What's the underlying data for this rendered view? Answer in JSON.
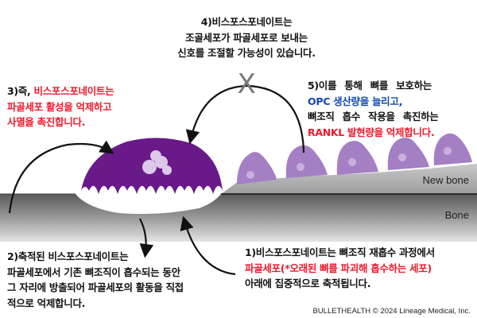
{
  "step4": {
    "lines": [
      "4)비스포스포네이트는",
      "조골세포가 파골세포로 보내는",
      "신호를 조절할 가능성이 있습니다."
    ]
  },
  "step3": {
    "prefix": "3)즉, ",
    "lines_red": [
      "비스포스포네이트는",
      "파골세포 활성을 억제하고",
      "사멸을 촉진합니다."
    ]
  },
  "step5": {
    "line1": "5)이를 통해 뼈를 보호하는",
    "line2_blue": "OPC 생산량을 늘리고,",
    "line3": "뼈조직 흡수 작용을 촉진하는",
    "line4_red": "RANKL 발현량을 억제합니다."
  },
  "step2": {
    "lines": [
      "2)축적된 비스포스포네이트는",
      "파골세포에서 기존 뼈조직이 흡수되는 동안",
      "그 자리에 방출되어 파골세포의 활동을 직접",
      "적으로 억제합니다."
    ]
  },
  "step1": {
    "line1": "1)비스포스포네이트는 뼈조직 재흡수 과정에서",
    "line2_red": "파골세포(*오래된 뼈를 파괴해 흡수하는 세포)",
    "line3": "아래에 집중적으로 축적됩니다."
  },
  "labels": {
    "new_bone": "New bone",
    "bone": "Bone",
    "blocked_mark": "X"
  },
  "footer": "BULLETHEALTH © 2024 Lineage Medical, Inc.",
  "colors": {
    "osteoclast": "#6a1a88",
    "osteoblast": "#a57fc4",
    "highlight_red": "#f0192b",
    "highlight_blue": "#1046b4"
  }
}
